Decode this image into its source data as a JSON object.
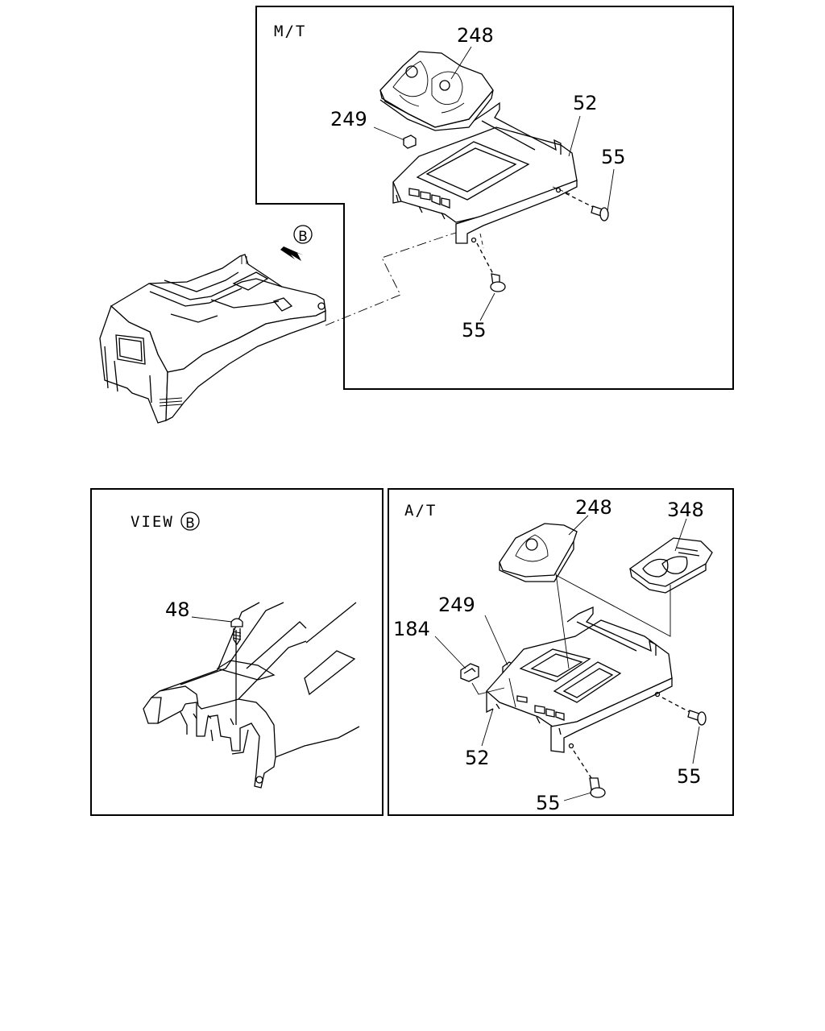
{
  "sections": {
    "mt": "M/T",
    "at": "A/T",
    "view": "VIEW",
    "view_marker": "B",
    "arrow_marker": "B"
  },
  "callouts": {
    "mt_248": "248",
    "mt_249": "249",
    "mt_52": "52",
    "mt_55_right": "55",
    "mt_55_bottom": "55",
    "view_48": "48",
    "at_248": "248",
    "at_348": "348",
    "at_249": "249",
    "at_184": "184",
    "at_52": "52",
    "at_55_right": "55",
    "at_55_bottom": "55"
  }
}
